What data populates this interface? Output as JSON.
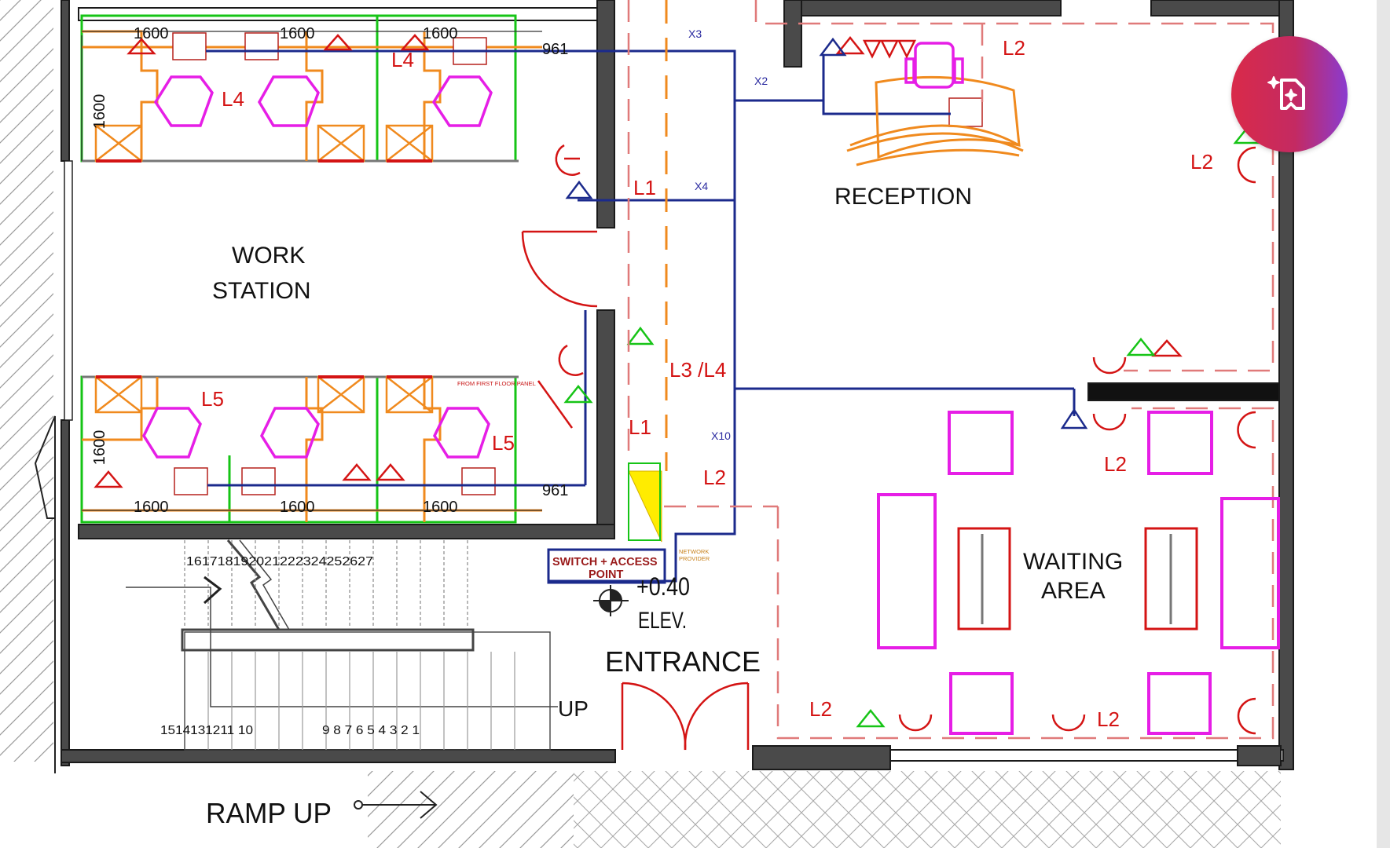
{
  "rooms": {
    "work_station_line1": "WORK",
    "work_station_line2": "STATION",
    "reception": "RECEPTION",
    "waiting_line1": "WAITING",
    "waiting_line2": "AREA",
    "entrance": "ENTRANCE",
    "ramp_up": "RAMP UP",
    "stair_up": "UP"
  },
  "elevation": {
    "value": "+0.40",
    "label": "ELEV."
  },
  "network": {
    "switch_line1": "SWITCH + ACCESS",
    "switch_line2": "POINT",
    "provider_line1": "NETWORK",
    "provider_line2": "PROVIDER",
    "from_panel": "FROM FIRST FLOOR PANEL"
  },
  "dimensions": {
    "d1600": "1600",
    "d961": "961"
  },
  "circuits": {
    "L1": "L1",
    "L2": "L2",
    "L3L4": "L3 /L4",
    "L4": "L4",
    "L5": "L5",
    "X2": "X2",
    "X3": "X3",
    "X4": "X4",
    "X10": "X10"
  },
  "stairs": {
    "upper_steps": "161718192021222324252627",
    "lower_steps_a": "1514131211 10",
    "lower_steps_b": "9 8 7 6 5 4 3 2 1"
  },
  "colors": {
    "wall": "#3a3a3a",
    "data_line": "#1b2a8c",
    "light_circuit": "#d41414",
    "furniture_magenta": "#e61ee6",
    "desk_orange": "#f08a1e",
    "partition_green": "#16c416",
    "ceiling_pink": "#e07a7a",
    "fab_gradient_start": "#d92a49",
    "fab_gradient_end": "#8a3bd0"
  },
  "icons": {
    "fab": "magic-edit-icon"
  }
}
